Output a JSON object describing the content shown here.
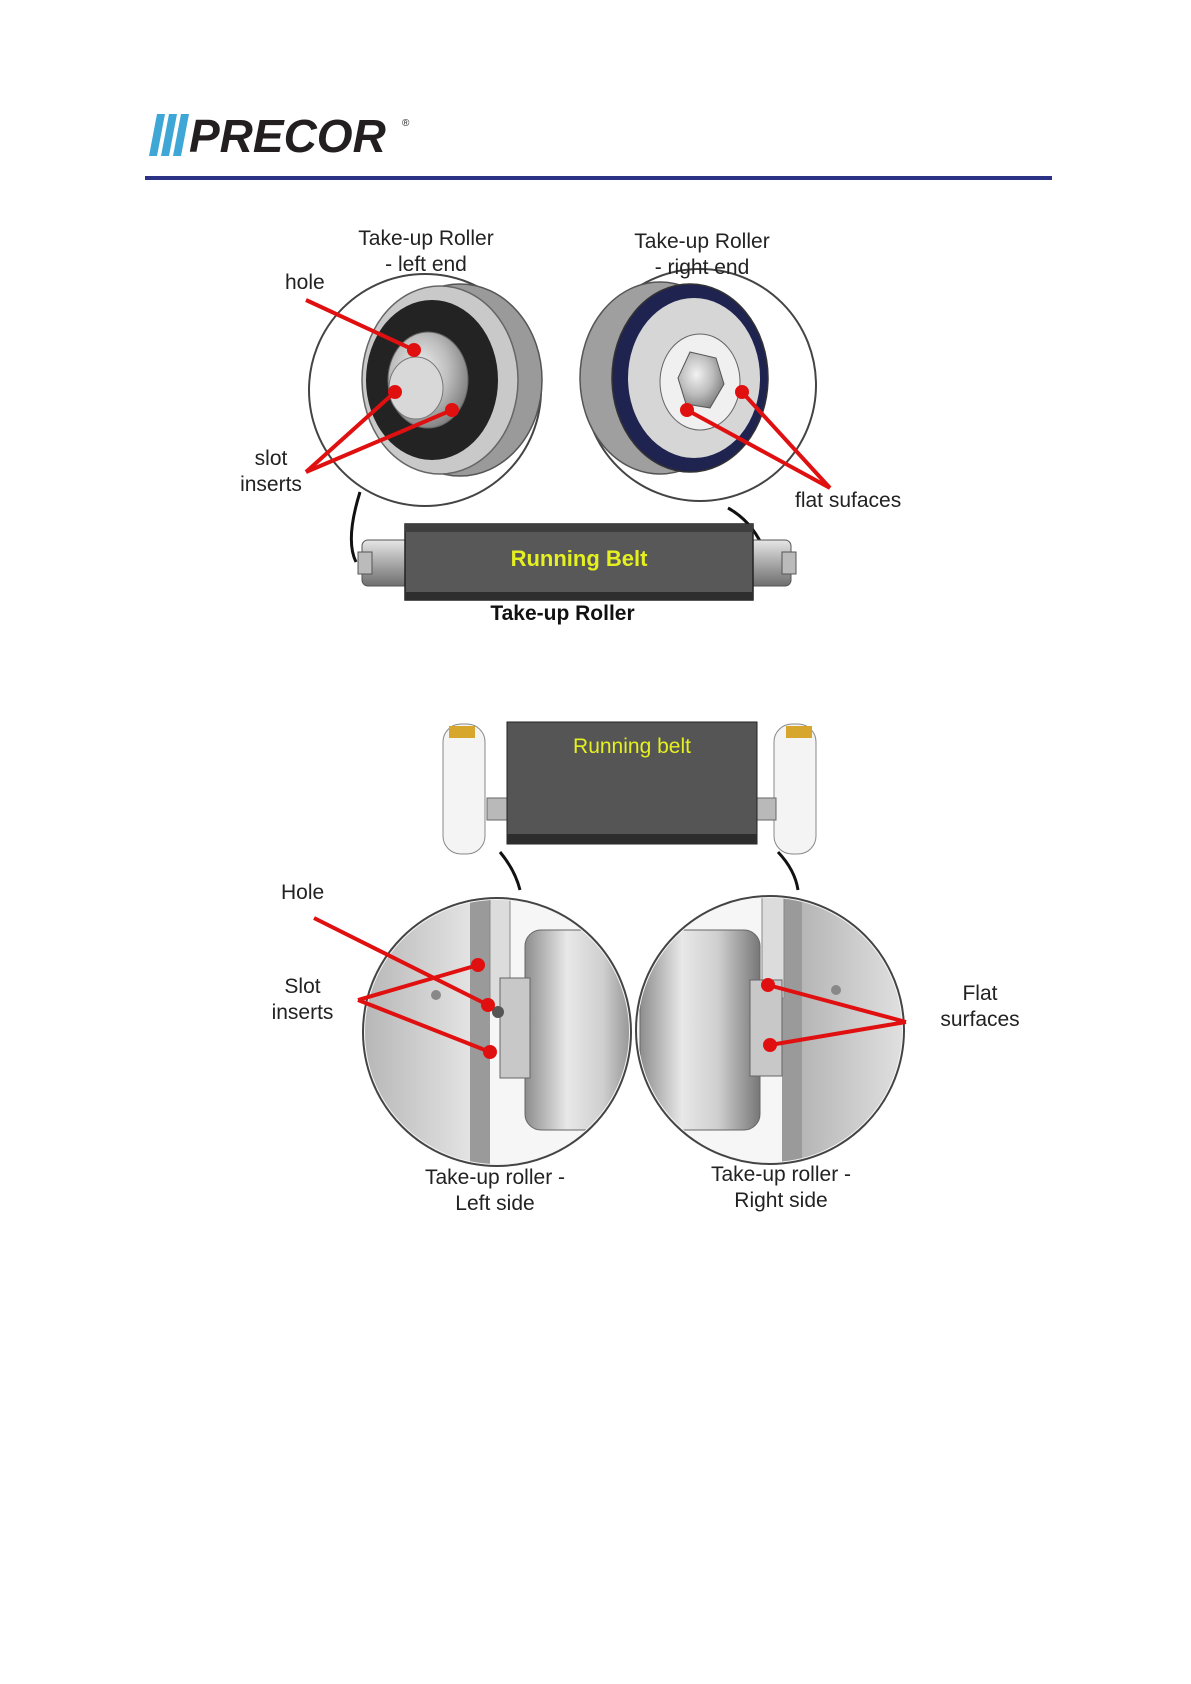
{
  "header": {
    "brand": "PRECOR",
    "registered_mark": "®"
  },
  "figure1": {
    "left_end_title_line1": "Take-up Roller",
    "left_end_title_line2": "- left end",
    "right_end_title_line1": "Take-up Roller",
    "right_end_title_line2": "- right end",
    "hole_label": "hole",
    "slot_inserts_line1": "slot",
    "slot_inserts_line2": "inserts",
    "flat_surfaces_label": "flat sufaces",
    "belt_label": "Running Belt",
    "caption": "Take-up Roller"
  },
  "figure2": {
    "belt_label": "Running belt",
    "hole_label": "Hole",
    "slot_inserts_line1": "Slot",
    "slot_inserts_line2": "inserts",
    "flat_surfaces_line1": "Flat",
    "flat_surfaces_line2": "surfaces",
    "left_caption_line1": "Take-up roller -",
    "left_caption_line2": "Left side",
    "right_caption_line1": "Take-up roller -",
    "right_caption_line2": "Right side"
  },
  "colors": {
    "rule": "#2b3286",
    "callout": "#e01010",
    "belt_text": "#e5f020",
    "belt": "#555555"
  }
}
